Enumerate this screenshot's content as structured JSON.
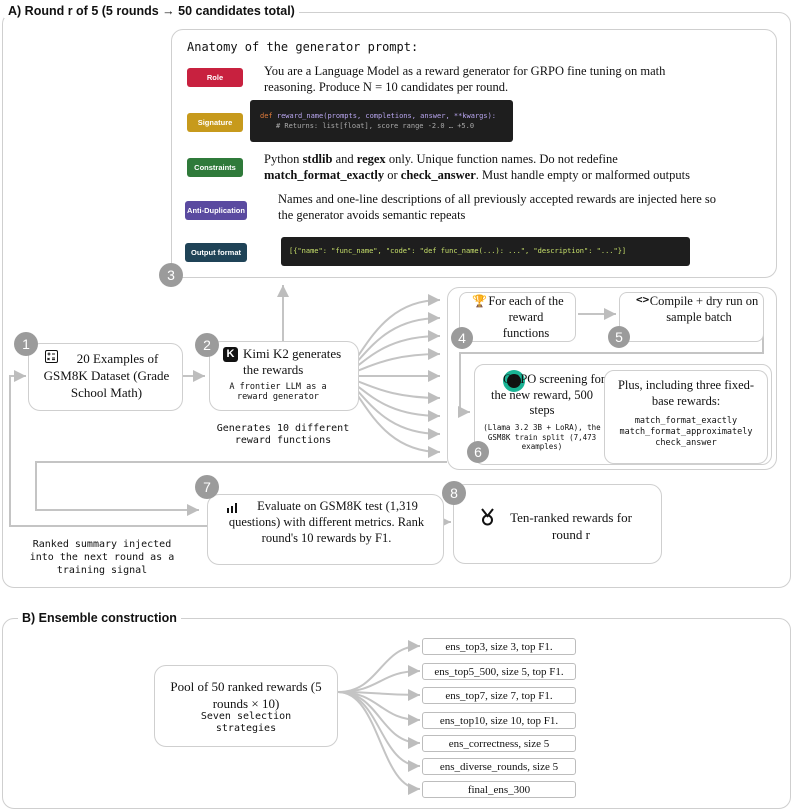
{
  "section_a": {
    "title": "A) Round r of 5 (5 rounds → 50 candidates total)"
  },
  "section_b": {
    "title": "B) Ensemble construction"
  },
  "prompt": {
    "title": "Anatomy of the generator prompt:",
    "role_tag": "Role",
    "role_text": "You are a Language Model as a reward generator for GRPO fine tuning on math reasoning. Produce N = 10 candidates per round.",
    "signature_tag": "Signature",
    "signature_code_def": "def",
    "signature_code_rest": " reward_name(prompts, completions, answer, **kwargs):",
    "signature_code_comment": "# Returns: list[float], score range -2.0 … +5.0",
    "constraints_tag": "Constraints",
    "constraints_line1_a": "Python ",
    "constraints_line1_b": "stdlib",
    "constraints_line1_c": " and ",
    "constraints_line1_d": "regex",
    "constraints_line1_e": " only. Unique function names. Do not redefine",
    "constraints_line2_a": "match_format_exactly",
    "constraints_line2_b": " or ",
    "constraints_line2_c": "check_answer",
    "constraints_line2_d": ". Must handle empty or malformed outputs",
    "antidup_tag": "Anti-Duplication",
    "antidup_text": "Names and one-line descriptions of all previously accepted rewards are injected here so the generator avoids semantic repeats",
    "output_tag": "Output format",
    "output_code": "[{\"name\": \"func_name\", \"code\": \"def func_name(...): ...\", \"description\": \"...\"}]"
  },
  "steps": {
    "s1_num": "1",
    "s1_text": "20 Examples of GSM8K Dataset (Grade School Math)",
    "s2_num": "2",
    "s2_title": "Kimi K2 generates the rewards",
    "s2_sub": "A frontier LLM as a reward generator",
    "s2_note": "Generates 10 different reward functions",
    "s3_num": "3",
    "s4_num": "4",
    "s4_text": "For each of the reward functions",
    "s5_num": "5",
    "s5_text": "Compile + dry run on sample batch",
    "s6_num": "6",
    "s6_title": "GRPO screening for the new reward, 500 steps",
    "s6_sub": "(Llama 3.2 3B + LoRA), the GSM8K train split (7,473 examples)",
    "plus_title": "Plus, including three fixed-base rewards:",
    "plus_items": [
      "match_format_exactly",
      "match_format_approximately",
      "check_answer"
    ],
    "s7_num": "7",
    "s7_text": "Evaluate on GSM8K test (1,319 questions) with different metrics. Rank round's 10 rewards by F1.",
    "s8_num": "8",
    "s8_text": "Ten-ranked rewards for round r",
    "feedback_note": "Ranked summary injected into the next round as a training signal"
  },
  "ensemble": {
    "pool_title": "Pool of 50 ranked rewards (5 rounds × 10)",
    "pool_sub": "Seven selection strategies",
    "items": [
      "ens_top3, size 3, top F1.",
      "ens_top5_500, size 5, top F1.",
      "ens_top7, size 7, top F1.",
      "ens_top10, size 10, top F1.",
      "ens_correctness, size 5",
      "ens_diverse_rounds, size 5",
      "final_ens_300"
    ]
  },
  "colors": {
    "role": "#c8213f",
    "signature": "#c79a1c",
    "constraints": "#2f7a3a",
    "antidup": "#5a4aa0",
    "output": "#1f4357",
    "badge": "#9b9b9b",
    "border": "#cfcfcf"
  }
}
